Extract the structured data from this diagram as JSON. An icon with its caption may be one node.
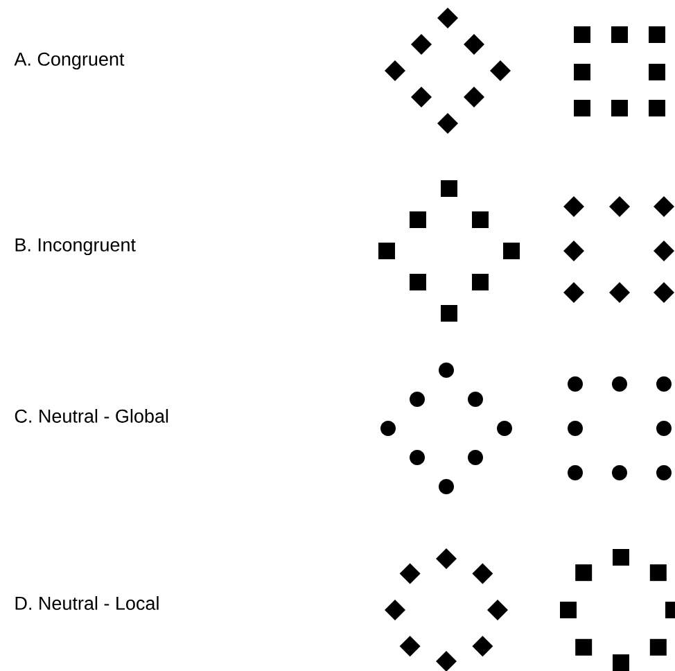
{
  "diagram": {
    "labels": [
      "A. Congruent",
      "B. Incongruent",
      "C. Neutral - Global",
      "D. Neutral - Local"
    ]
  }
}
